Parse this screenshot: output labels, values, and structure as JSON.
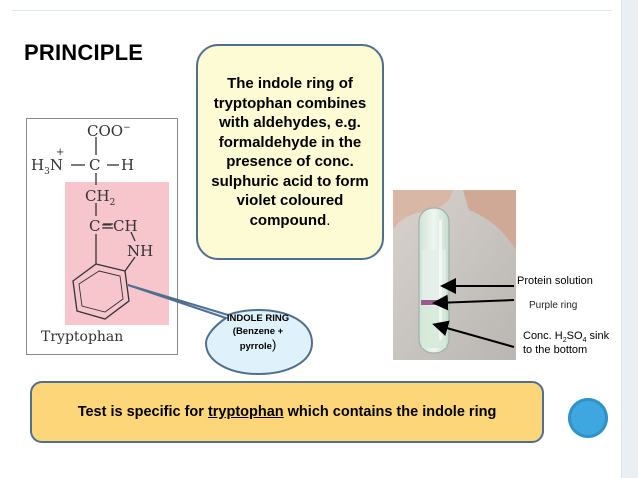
{
  "slide": {
    "title": "PRINCIPLE",
    "principle_text": "The indole ring of tryptophan combines with aldehydes, e.g. formaldehyde in the presence of conc. sulphuric acid to form violet coloured compound",
    "principle_period": ".",
    "structure": {
      "coo": "COO",
      "coo_charge": "−",
      "h3n": "H",
      "h3n_sub": "3",
      "n": "N",
      "plus": "+",
      "c": "C",
      "h": "H",
      "ch2": "CH",
      "ch2_sub": "2",
      "c_eq_ch": "C=CH",
      "nh": "NH",
      "label": "Tryptophan",
      "highlight_color": "#f7c6cc"
    },
    "callout": {
      "line1": "INDOLE RING",
      "line2": "(Benzene +",
      "line3": "pyrrole",
      "paren": ")",
      "bubble_color": "#dff2fb"
    },
    "tube_labels": {
      "protein": "Protein  solution",
      "purple": "Purple ring",
      "acid_prefix": "Conc. H",
      "acid_sub2": "2",
      "acid_mid": "SO",
      "acid_sub4": "4",
      "acid_suffix": " sink",
      "acid_line2": "to the bottom"
    },
    "bottom": {
      "before": "Test is specific for",
      "underlined": "tryptophan",
      "after": "which contains the indole ring"
    },
    "colors": {
      "yellow_box": "#fdfbd3",
      "bottom_box": "#fdd679",
      "border": "#4f6f90",
      "accent_circle": "#3ea7df"
    }
  }
}
